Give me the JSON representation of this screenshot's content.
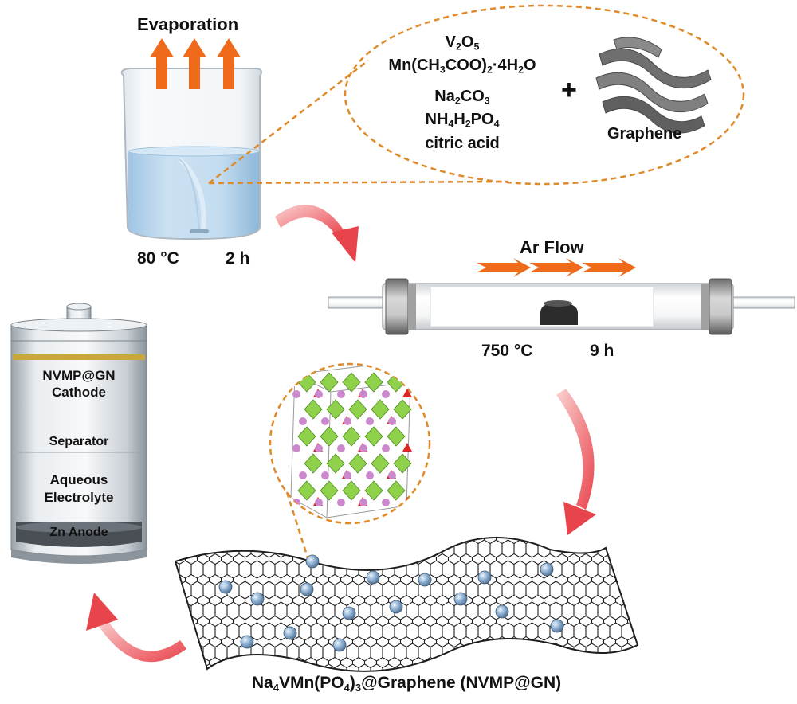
{
  "beaker": {
    "title": "Evaporation",
    "temperature": "80 °C",
    "duration": "2 h"
  },
  "precursors": {
    "v2o5": [
      "V",
      "2",
      "O",
      "5"
    ],
    "mn_acetate": [
      "Mn(CH",
      "3",
      "COO)",
      "2",
      "·4H",
      "2",
      "O"
    ],
    "na2co3": [
      "Na",
      "2",
      "CO",
      "3"
    ],
    "nh4h2po4": [
      "NH",
      "4",
      "H",
      "2",
      "PO",
      "4"
    ],
    "citric": "citric acid",
    "plus": "+",
    "graphene": "Graphene"
  },
  "furnace": {
    "gas": "Ar Flow",
    "temperature": "750 °C",
    "duration": "9 h"
  },
  "battery": {
    "cathode_line1": "NVMP@GN",
    "cathode_line2": "Cathode",
    "separator": "Separator",
    "electrolyte_line1": "Aqueous",
    "electrolyte_line2": "Electrolyte",
    "anode": "Zn Anode"
  },
  "product": {
    "name_parts": [
      "Na",
      "4",
      "VMn(PO",
      "4",
      ")",
      "3",
      "@Graphene (NVMP@GN)"
    ]
  },
  "colors": {
    "flow_arrow": "#f06a1c",
    "curved_arrow": "#ec5055",
    "dashed_outline": "#e08a2a",
    "solution": "#b8d6ec",
    "octahedra": "#8fd14a",
    "tetrahedra": "#e02424",
    "na_atom": "#cc88cc",
    "particle": "#8fb2d4"
  }
}
